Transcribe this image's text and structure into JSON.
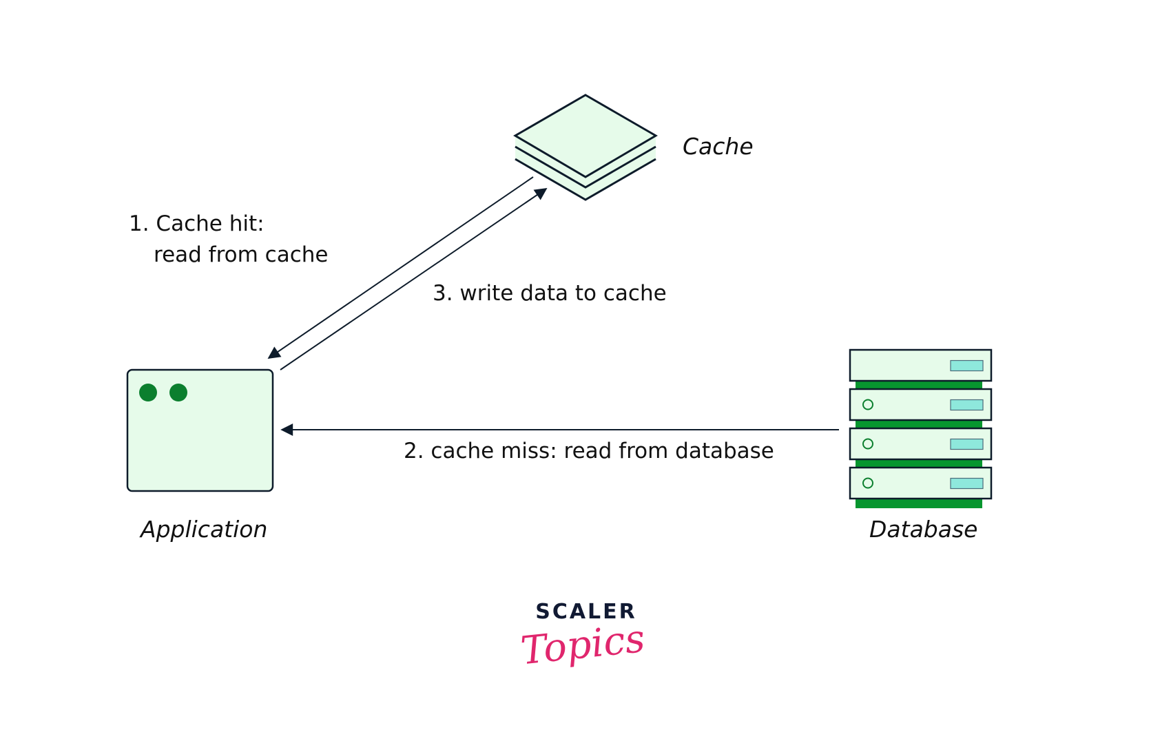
{
  "nodes": {
    "cache": {
      "label": "Cache"
    },
    "application": {
      "label": "Application"
    },
    "database": {
      "label": "Database",
      "units": 4
    }
  },
  "edges": [
    {
      "id": "cache-hit",
      "from": "cache",
      "to": "application",
      "label_line1": "1. Cache hit:",
      "label_line2": "read from cache"
    },
    {
      "id": "cache-miss",
      "from": "database",
      "to": "application",
      "label": "2. cache miss: read from database"
    },
    {
      "id": "write-cache",
      "from": "application",
      "to": "cache",
      "label": "3. write data to cache"
    }
  ],
  "logo": {
    "top": "SCALER",
    "script": "Topics"
  },
  "colors": {
    "node_fill": "#e6fbea",
    "stroke": "#0d1b2a",
    "green": "#0b7f2e",
    "db_band": "#07962f",
    "db_indicator": "#8ee8dc",
    "logo_navy": "#111a33",
    "logo_pink": "#e0266d"
  }
}
